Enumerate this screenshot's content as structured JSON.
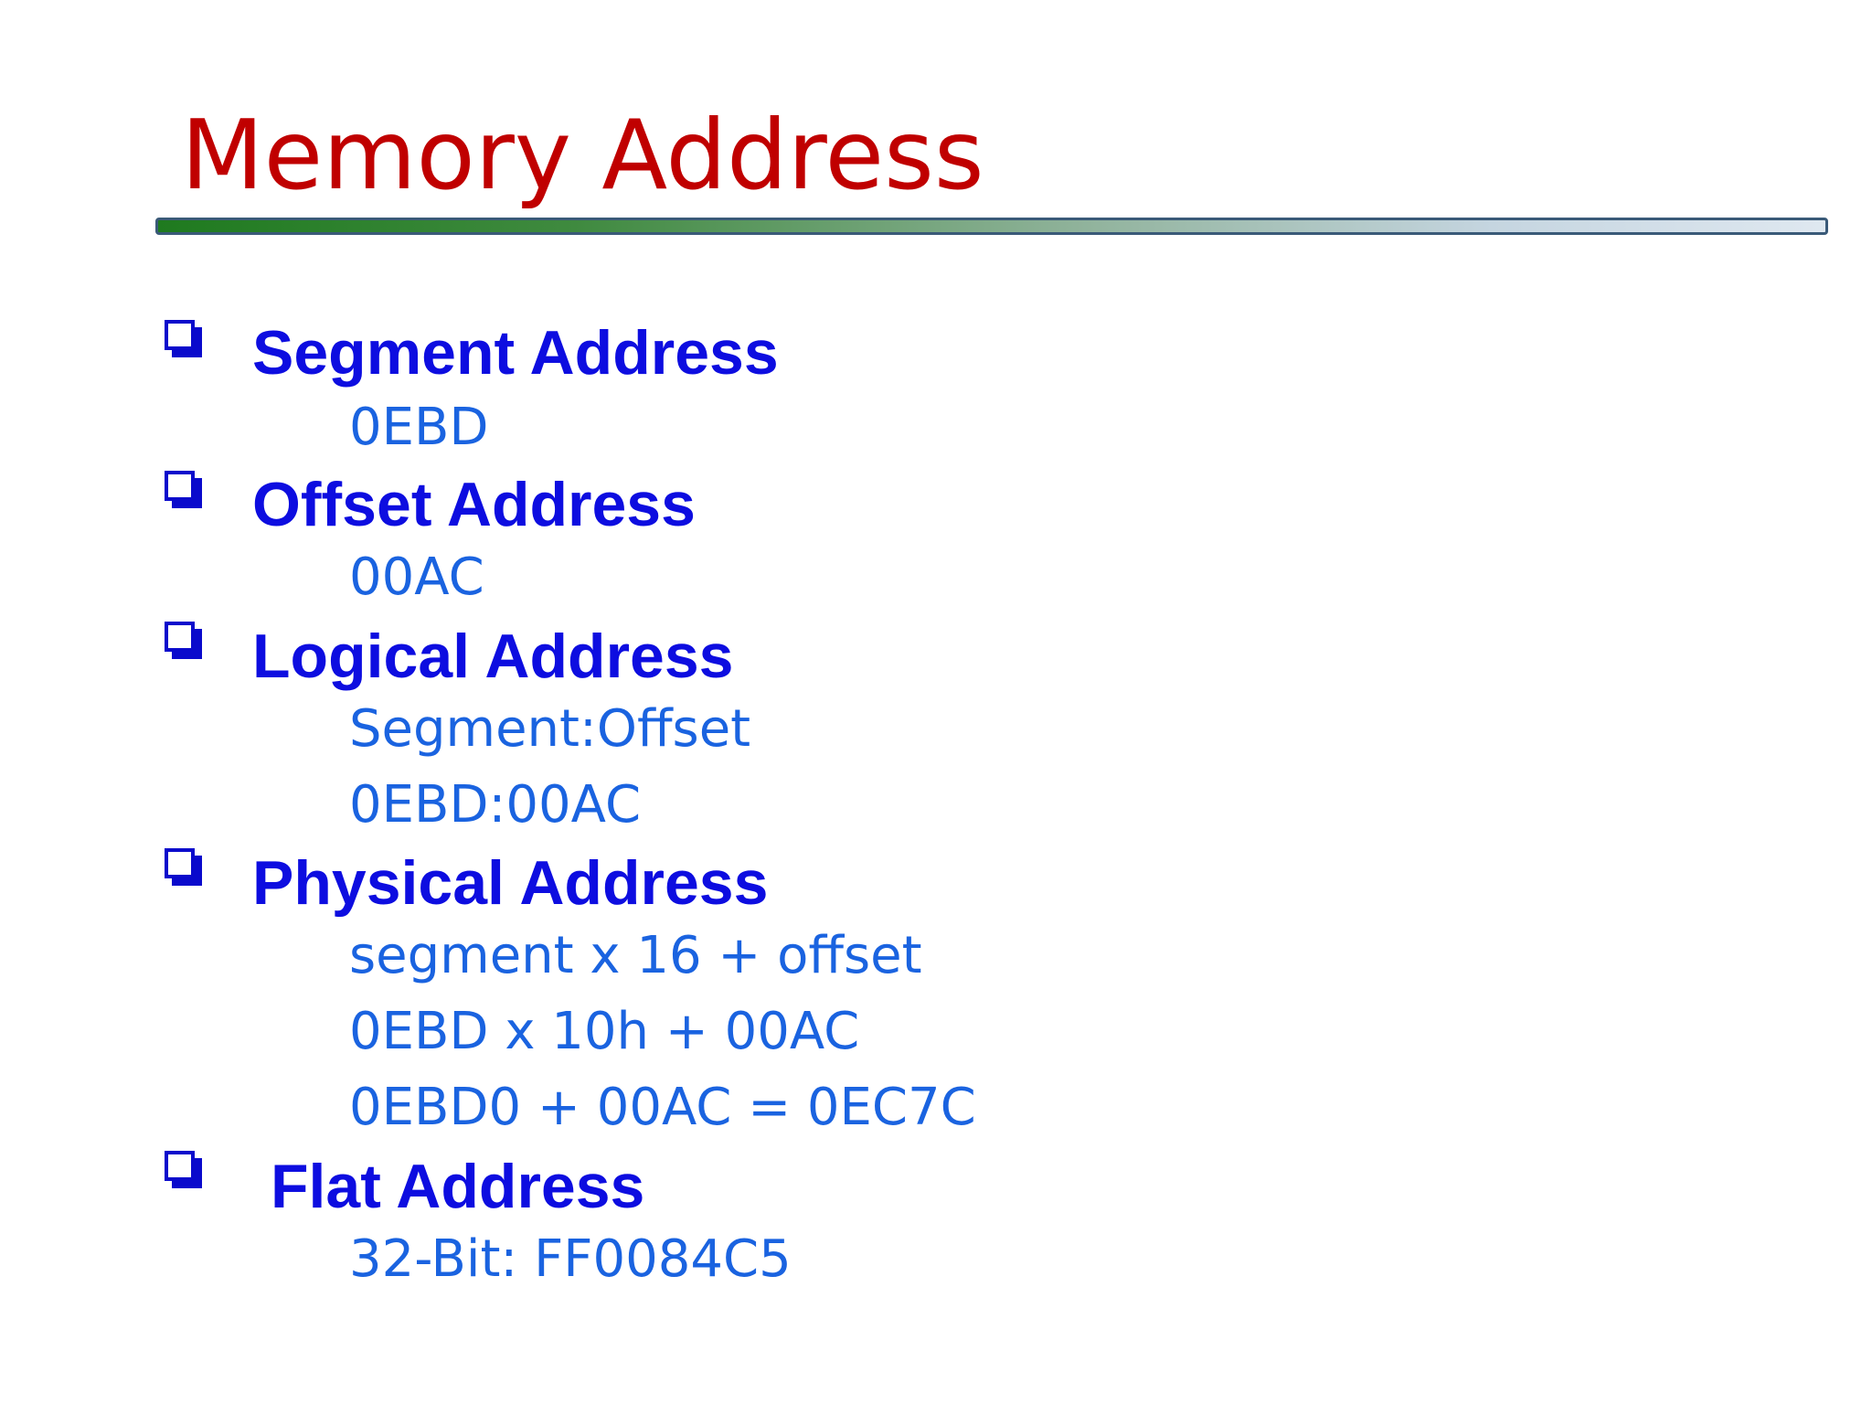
{
  "slide": {
    "title": "Memory Address",
    "sections": [
      {
        "heading": "Segment Address",
        "lines": [
          "0EBD"
        ]
      },
      {
        "heading": "Offset Address",
        "lines": [
          "00AC"
        ]
      },
      {
        "heading": "Logical Address",
        "lines": [
          "Segment:Offset",
          "0EBD:00AC"
        ]
      },
      {
        "heading": "Physical Address",
        "lines": [
          "segment x 16 + offset",
          "0EBD x 10h + 00AC",
          "0EBD0 + 00AC = 0EC7C"
        ]
      },
      {
        "heading": "Flat Address",
        "lines": [
          "32-Bit: FF0084C5"
        ]
      }
    ]
  },
  "colors": {
    "title": "#c00000",
    "heading": "#0d0de0",
    "subtext": "#1a63e0",
    "bullet": "#0a0acc",
    "rule_start": "#1f7a1f",
    "rule_end": "#dfe8f0"
  },
  "icons": {
    "bullet": "square-checkbox-bullet-icon"
  }
}
